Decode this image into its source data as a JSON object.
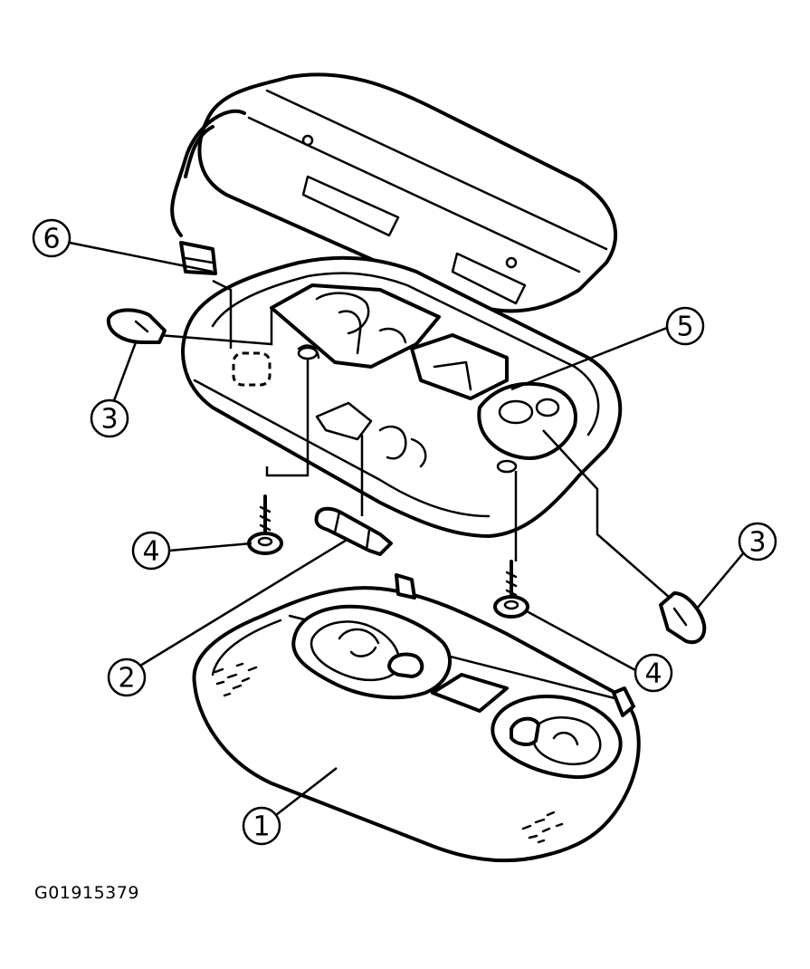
{
  "figure_id": "G01915379",
  "callouts": [
    {
      "number": "1",
      "part": "cover-lens"
    },
    {
      "number": "2",
      "part": "festoon-bulb"
    },
    {
      "number": "3",
      "part": "wedge-bulb-left"
    },
    {
      "number": "3",
      "part": "wedge-bulb-right"
    },
    {
      "number": "4",
      "part": "screw-left"
    },
    {
      "number": "4",
      "part": "screw-right"
    },
    {
      "number": "5",
      "part": "map-light-housing"
    },
    {
      "number": "6",
      "part": "connector"
    }
  ]
}
